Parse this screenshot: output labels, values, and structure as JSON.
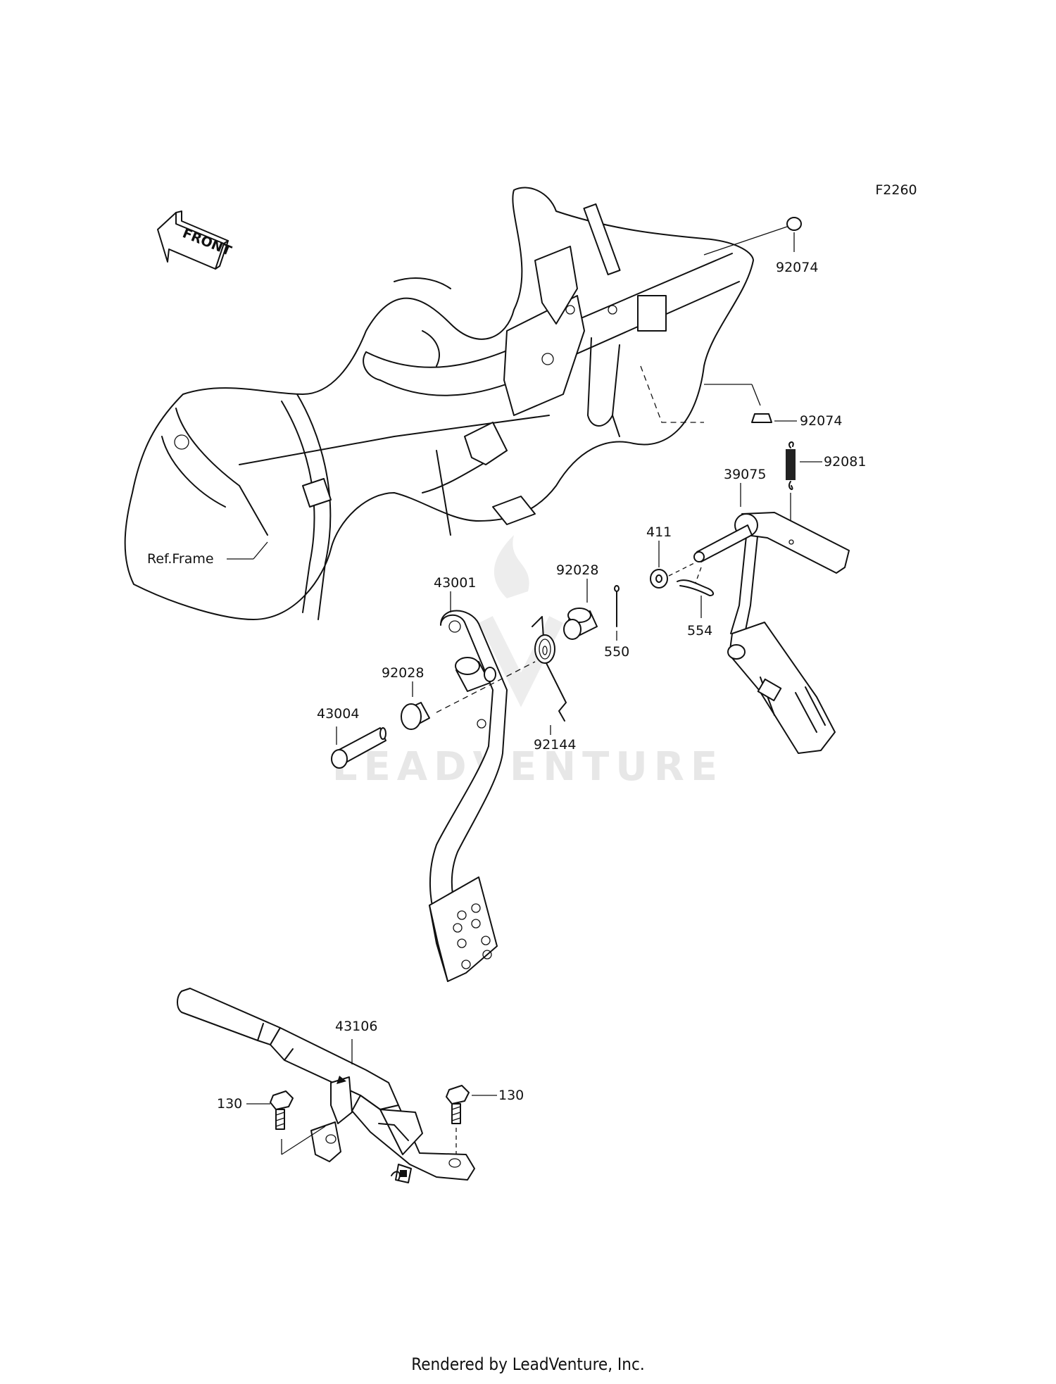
{
  "figure_code": "F2260",
  "front_label": "FRONT",
  "watermark": "LEADVENTURE",
  "footer": "Rendered by LeadVenture, Inc.",
  "callouts": {
    "ref_frame": "Ref.Frame",
    "p92074_top": "92074",
    "p92074_mid": "92074",
    "p92081": "92081",
    "p39075": "39075",
    "p411": "411",
    "p554": "554",
    "p43001": "43001",
    "p92028_right": "92028",
    "p550": "550",
    "p92028_left": "92028",
    "p43004": "43004",
    "p92144": "92144",
    "p43106": "43106",
    "p130_left": "130",
    "p130_right": "130"
  }
}
